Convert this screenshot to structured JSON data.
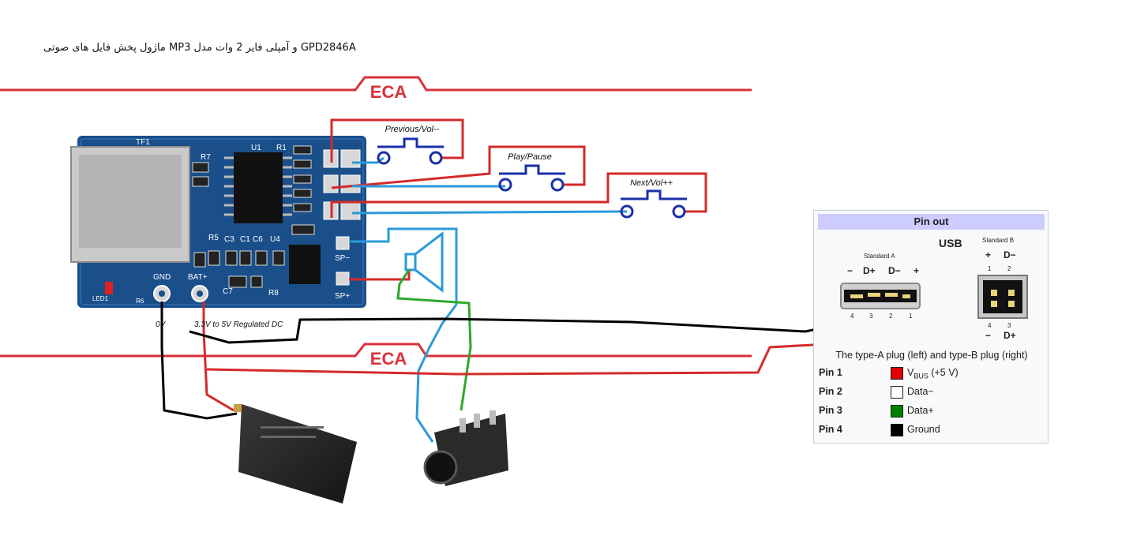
{
  "title": "GPD2846A و آمپلی فایر 2 وات مدل MP3 ماژول پخش فایل های صوتی",
  "brand": {
    "logo_text": "ECA",
    "color": "#d9303a"
  },
  "board": {
    "labels": {
      "tf": "TF1",
      "r7": "R7",
      "u1": "U1",
      "r1": "R1",
      "r5": "R5",
      "c3": "C3",
      "c1": "C1",
      "c6": "C6",
      "u4": "U4",
      "c7": "C7",
      "r8": "R8",
      "led1": "LED1",
      "r6": "R6",
      "gnd": "GND",
      "bat": "BAT+",
      "spm": "SP−",
      "spp": "SP+"
    }
  },
  "buttons": [
    {
      "label": "Previous/Vol--"
    },
    {
      "label": "Play/Pause"
    },
    {
      "label": "Next/Vol++"
    }
  ],
  "power": {
    "gnd_label": "0V",
    "supply_label": "3.3V to 5V Regulated DC"
  },
  "pinout": {
    "header": "Pin out",
    "usb_label": "USB",
    "standard_a": "Standard A",
    "standard_b": "Standard B",
    "a_pins_top": [
      "−",
      "D+",
      "D−",
      "+"
    ],
    "a_pin_numbers": [
      "4",
      "3",
      "2",
      "1"
    ],
    "b_pins_top": [
      "+",
      "D−"
    ],
    "b_pin_numbers_top": [
      "1",
      "2"
    ],
    "b_pins_bottom": [
      "−",
      "D+"
    ],
    "b_pin_numbers_bottom": [
      "4",
      "3"
    ],
    "caption": "The type-A plug (left) and type-B plug (right)",
    "rows": [
      {
        "pin": "Pin 1",
        "color": "#e00000",
        "desc_main": "V",
        "desc_sub": "BUS",
        "desc_tail": " (+5 V)"
      },
      {
        "pin": "Pin 2",
        "color": "#ffffff",
        "desc_main": "Data−",
        "desc_sub": "",
        "desc_tail": ""
      },
      {
        "pin": "Pin 3",
        "color": "#008000",
        "desc_main": "Data+",
        "desc_sub": "",
        "desc_tail": ""
      },
      {
        "pin": "Pin 4",
        "color": "#000000",
        "desc_main": "Ground",
        "desc_sub": "",
        "desc_tail": ""
      }
    ]
  },
  "colors": {
    "wire_red": "#d42a2a",
    "wire_blue": "#2b9bd8",
    "wire_black": "#000000",
    "wire_green": "#2da82d",
    "pcb": "#1a4f8a",
    "battery": "#2a2a2a"
  }
}
